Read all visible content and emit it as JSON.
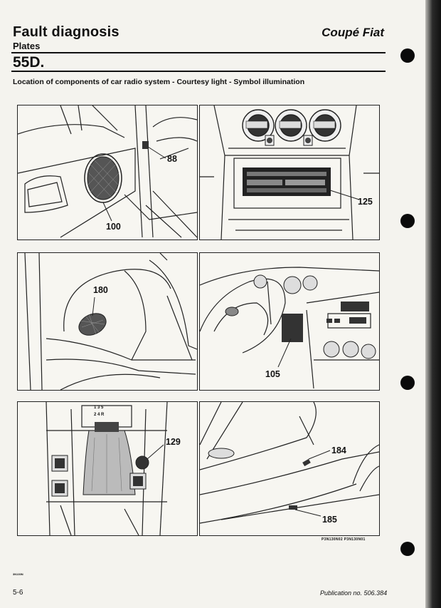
{
  "header": {
    "title": "Fault diagnosis",
    "subtitle": "Plates",
    "brand": "Coupé Fiat"
  },
  "section": "55D.",
  "caption": "Location of components of car radio system - Courtesy light - Symbol illumination",
  "panels": {
    "door_speaker": {
      "label": "100"
    },
    "door_switch": {
      "label": "88"
    },
    "radio": {
      "label": "125"
    },
    "rear_speaker": {
      "label": "180"
    },
    "dashboard": {
      "label": "105"
    },
    "console": {
      "label": "129",
      "gear_pattern_top": "1 3 5",
      "gear_pattern_bottom": "2 4 R"
    },
    "door_lights": {
      "label_upper": "184",
      "label_lower": "185"
    }
  },
  "image_codes": "P3N130N02   P3N130N01",
  "small_code": "3N130N",
  "footer": {
    "page": "5-6",
    "publication": "Publication no. 506.384"
  }
}
